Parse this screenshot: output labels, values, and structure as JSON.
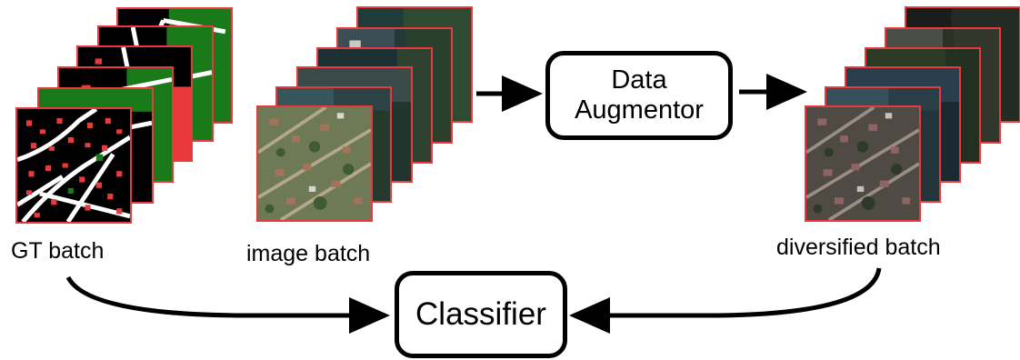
{
  "labels": {
    "gt_batch": "GT batch",
    "image_batch": "image batch",
    "diversified_batch": "diversified batch"
  },
  "nodes": {
    "augmentor_line1": "Data",
    "augmentor_line2": "Augmentor",
    "classifier": "Classifier"
  },
  "colors": {
    "tile_border": "#e8393c",
    "gt_background": "#000000",
    "gt_class_green": "#1a7a1a",
    "gt_class_red": "#e8393c",
    "gt_class_white": "#ffffff",
    "arrow": "#000000"
  }
}
